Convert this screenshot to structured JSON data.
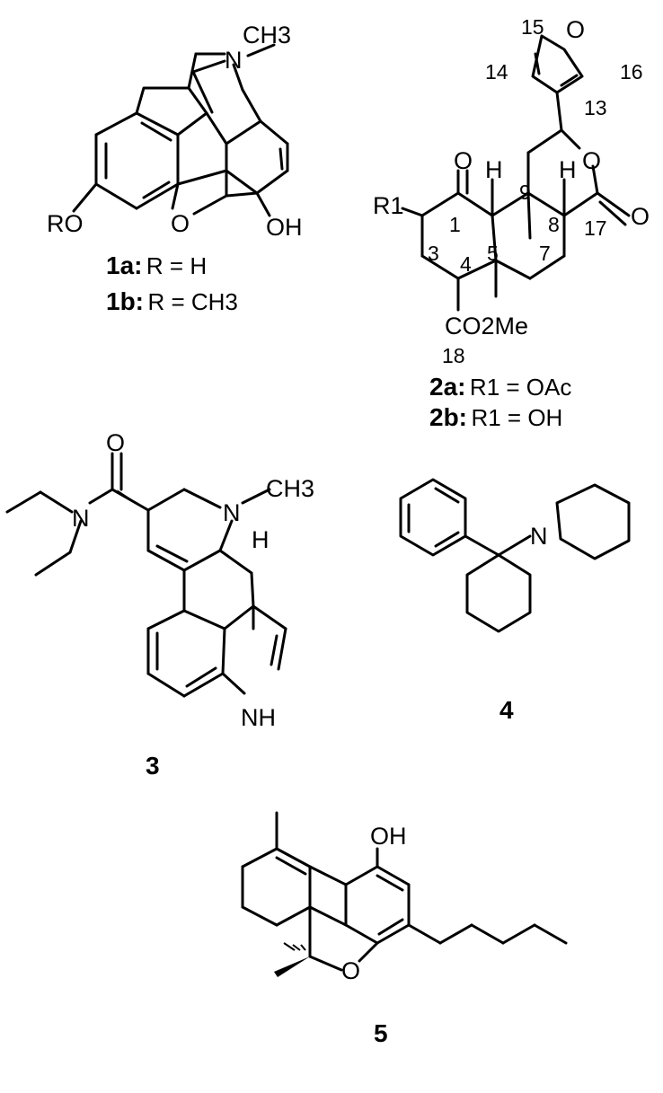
{
  "compound_1": {
    "atoms": {
      "N": "N",
      "CH3": "CH3",
      "RO": "RO",
      "O": "O",
      "OH": "OH"
    },
    "label_1a_id": "1a:",
    "label_1a_val": "R = H",
    "label_1b_id": "1b:",
    "label_1b_val": "R = CH3"
  },
  "compound_2": {
    "atoms": {
      "O_furan": "O",
      "O_ketone": "O",
      "O_lactone_ring": "O",
      "O_lactone": "O",
      "H9": "H",
      "H8": "H",
      "R1": "R1",
      "CO2Me": "CO2Me"
    },
    "numbers": {
      "n15": "15",
      "n16": "16",
      "n14": "14",
      "n13": "13",
      "n9": "9",
      "n1": "1",
      "n8": "8",
      "n17": "17",
      "n3": "3",
      "n4": "4",
      "n5": "5",
      "n7": "7",
      "n18": "18"
    },
    "label_2a_id": "2a:",
    "label_2a_val": "R1 = OAc",
    "label_2b_id": "2b:",
    "label_2b_val": "R1 = OH"
  },
  "compound_3": {
    "atoms": {
      "O": "O",
      "N_amide": "N",
      "N_ring": "N",
      "CH3": "CH3",
      "H": "H",
      "NH": "NH"
    },
    "label": "3"
  },
  "compound_4": {
    "atoms": {
      "N": "N"
    },
    "label": "4"
  },
  "compound_5": {
    "atoms": {
      "OH": "OH",
      "O": "O"
    },
    "label": "5"
  }
}
